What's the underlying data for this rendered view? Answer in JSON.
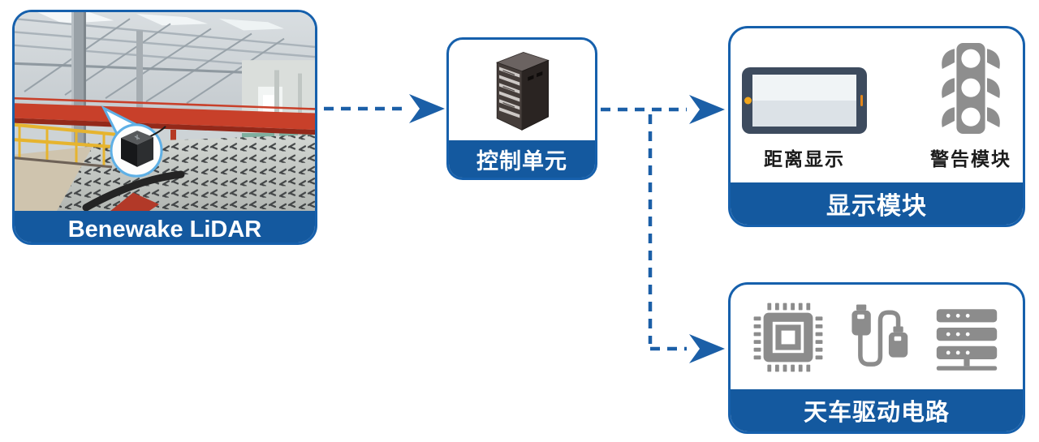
{
  "palette": {
    "accent_blue": "#1660AC",
    "band_blue": "#14599F",
    "arrow_blue": "#1B5FA7",
    "icon_gray": "#8C8C8C",
    "label_black": "#1b1b1b"
  },
  "nodes": {
    "lidar": {
      "label": "Benewake LiDAR",
      "icon": "factory-photo-with-lidar-callout"
    },
    "control": {
      "label": "控制单元",
      "icon": "server-tower-icon"
    },
    "display": {
      "label": "显示模块",
      "items": [
        {
          "label": "距离显示",
          "icon": "tablet-icon"
        },
        {
          "label": "警告模块",
          "icon": "traffic-light-icon"
        }
      ]
    },
    "drive": {
      "label": "天车驱动电路",
      "icons": [
        "cpu-chip-icon",
        "usb-cable-icon",
        "server-rack-icon"
      ]
    }
  },
  "connections": [
    {
      "from": "lidar",
      "to": "control",
      "style": "dashed-arrow"
    },
    {
      "from": "control",
      "to": "display",
      "style": "dashed-arrow"
    },
    {
      "from": "control",
      "to": "drive",
      "style": "dashed-arrow-branch-down"
    }
  ]
}
